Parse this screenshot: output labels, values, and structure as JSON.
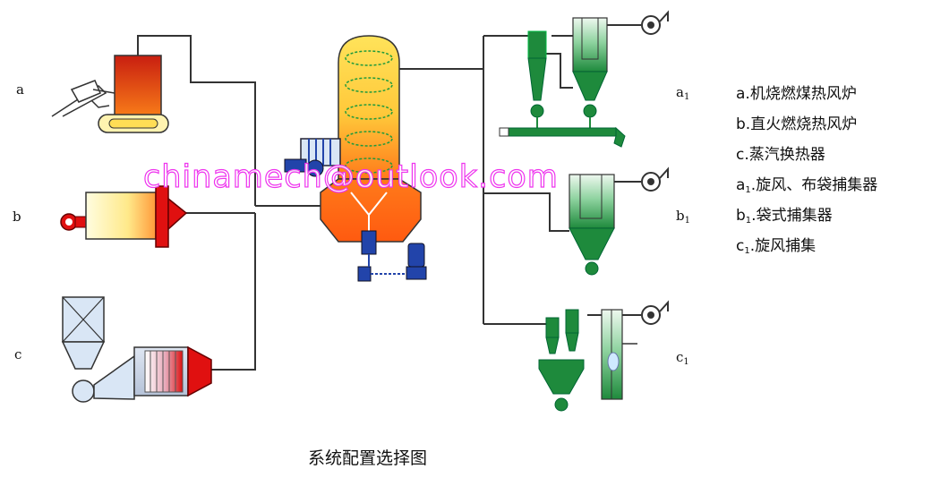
{
  "labels": {
    "a": "a",
    "b": "b",
    "c": "c",
    "a1": {
      "letter": "a",
      "sub": "1"
    },
    "b1": {
      "letter": "b",
      "sub": "1"
    },
    "c1": {
      "letter": "c",
      "sub": "1"
    }
  },
  "legend": [
    {
      "prefix": "a.",
      "sub": "",
      "text": "机烧燃煤热风炉"
    },
    {
      "prefix": "b.",
      "sub": "",
      "text": "直火燃烧热风炉"
    },
    {
      "prefix": "c.",
      "sub": "",
      "text": "蒸汽换热器"
    },
    {
      "prefix": "a",
      "sub": "1",
      "text": ".旋风、布袋捕集器"
    },
    {
      "prefix": "b",
      "sub": "1",
      "text": ".袋式捕集器"
    },
    {
      "prefix": "c",
      "sub": "1",
      "text": ".旋风捕集"
    }
  ],
  "watermark": "chinamech@outlook.com",
  "caption": "系统配置选择图",
  "colors": {
    "line": "#333333",
    "green": "#1e8a3c",
    "blue": "#2244aa",
    "red": "#d01010",
    "orange": "#ff7a1a",
    "yellow": "#ffd84a",
    "watermark": "#ee33ee"
  }
}
